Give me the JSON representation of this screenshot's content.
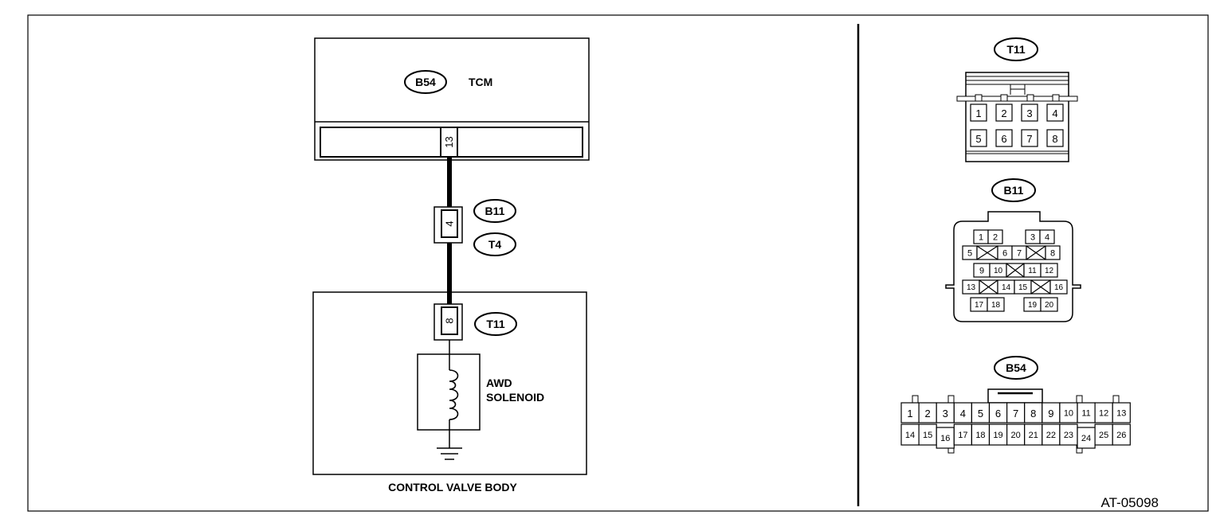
{
  "figure_id": "AT-05098",
  "wiring": {
    "tcm": {
      "connector": "B54",
      "label": "TCM",
      "pin": "13"
    },
    "joint": {
      "connector_a": "B11",
      "connector_b": "T4",
      "pin": "4"
    },
    "valve_body": {
      "label": "CONTROL VALVE BODY",
      "connector": "T11",
      "pin": "8",
      "solenoid_line1": "AWD",
      "solenoid_line2": "SOLENOID"
    }
  },
  "connectors": {
    "t11": {
      "name": "T11",
      "row1": [
        "1",
        "2",
        "3",
        "4"
      ],
      "row2": [
        "5",
        "6",
        "7",
        "8"
      ]
    },
    "b11": {
      "name": "B11",
      "pins": [
        "1",
        "2",
        "3",
        "4",
        "5",
        "6",
        "7",
        "8",
        "9",
        "10",
        "11",
        "12",
        "13",
        "14",
        "15",
        "16",
        "17",
        "18",
        "19",
        "20"
      ]
    },
    "b54": {
      "name": "B54",
      "row1": [
        "1",
        "2",
        "3",
        "4",
        "5",
        "6",
        "7",
        "8",
        "9",
        "10",
        "11",
        "12",
        "13"
      ],
      "row2": [
        "14",
        "15",
        "16",
        "17",
        "18",
        "19",
        "20",
        "21",
        "22",
        "23",
        "24",
        "25",
        "26"
      ]
    }
  }
}
